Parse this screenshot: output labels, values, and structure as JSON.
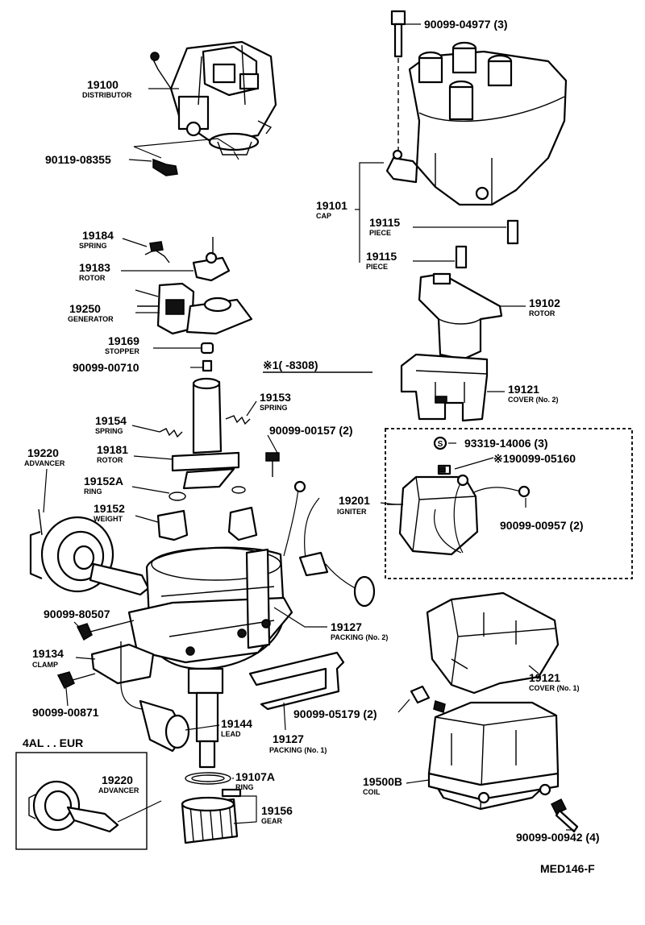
{
  "callouts": [
    {
      "id": "c-19100",
      "number": "19100",
      "name": "DISTRIBUTOR"
    },
    {
      "id": "c-90119-08355",
      "number": "90119-08355",
      "name": ""
    },
    {
      "id": "c-90099-04977",
      "number": "90099-04977 (3)",
      "name": ""
    },
    {
      "id": "c-19101",
      "number": "19101",
      "name": "CAP"
    },
    {
      "id": "c-19115a",
      "number": "19115",
      "name": "PIECE"
    },
    {
      "id": "c-19115b",
      "number": "19115",
      "name": "PIECE"
    },
    {
      "id": "c-19184",
      "number": "19184",
      "name": "SPRING"
    },
    {
      "id": "c-19183",
      "number": "19183",
      "name": "ROTOR"
    },
    {
      "id": "c-19250",
      "number": "19250",
      "name": "GENERATOR"
    },
    {
      "id": "c-19169",
      "number": "19169",
      "name": "STOPPER"
    },
    {
      "id": "c-90099-00710",
      "number": "90099-00710",
      "name": ""
    },
    {
      "id": "c-19102",
      "number": "19102",
      "name": "ROTOR"
    },
    {
      "id": "c-19121a",
      "number": "19121",
      "name": "COVER (No. 2)"
    },
    {
      "id": "c-19153",
      "number": "19153",
      "name": "SPRING"
    },
    {
      "id": "c-19154",
      "number": "19154",
      "name": "SPRING"
    },
    {
      "id": "c-90099-00157",
      "number": "90099-00157 (2)",
      "name": ""
    },
    {
      "id": "c-19220a",
      "number": "19220",
      "name": "ADVANCER"
    },
    {
      "id": "c-19181",
      "number": "19181",
      "name": "ROTOR"
    },
    {
      "id": "c-93319-14006",
      "number": "93319-14006 (3)",
      "name": ""
    },
    {
      "id": "c-90099-05160",
      "number": "※190099-05160",
      "name": ""
    },
    {
      "id": "c-19152a",
      "number": "19152A",
      "name": "RING"
    },
    {
      "id": "c-19201",
      "number": "19201",
      "name": "IGNITER"
    },
    {
      "id": "c-19152",
      "number": "19152",
      "name": "WEIGHT"
    },
    {
      "id": "c-90099-00957",
      "number": "90099-00957 (2)",
      "name": ""
    },
    {
      "id": "c-90099-80507",
      "number": "90099-80507",
      "name": ""
    },
    {
      "id": "c-19127a",
      "number": "19127",
      "name": "PACKING (No. 2)"
    },
    {
      "id": "c-19134",
      "number": "19134",
      "name": "CLAMP"
    },
    {
      "id": "c-19121b",
      "number": "19121",
      "name": "COVER (No. 1)"
    },
    {
      "id": "c-90099-00871",
      "number": "90099-00871",
      "name": ""
    },
    {
      "id": "c-90099-05179",
      "number": "90099-05179 (2)",
      "name": ""
    },
    {
      "id": "c-19144",
      "number": "19144",
      "name": "LEAD"
    },
    {
      "id": "c-19127b",
      "number": "19127",
      "name": "PACKING (No. 1)"
    },
    {
      "id": "c-19220b",
      "number": "19220",
      "name": "ADVANCER"
    },
    {
      "id": "c-19107a",
      "number": "19107A",
      "name": "RING"
    },
    {
      "id": "c-19500b",
      "number": "19500B",
      "name": "COIL"
    },
    {
      "id": "c-19156",
      "number": "19156",
      "name": "GEAR"
    },
    {
      "id": "c-90099-00942",
      "number": "90099-00942 (4)",
      "name": ""
    }
  ],
  "variant_note": "※1(      -8308)",
  "inset_label": "4AL . . EUR",
  "drawing_code": "MED146-F"
}
